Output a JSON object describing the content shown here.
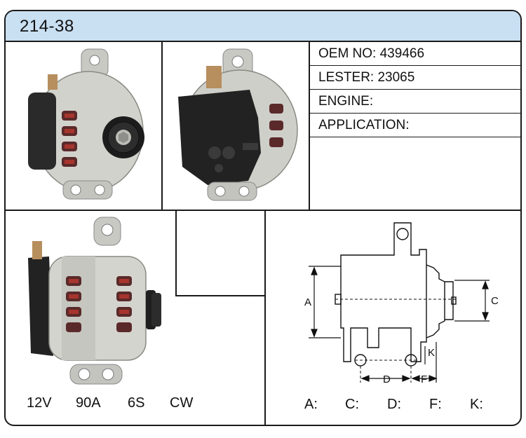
{
  "part_number": "214-38",
  "specs": {
    "oem": "OEM NO: 439466",
    "lester": "LESTER: 23065",
    "engine": "ENGINE:",
    "application": "APPLICATION:"
  },
  "electrical": {
    "voltage": "12V",
    "amperage": "90A",
    "pulley": "6S",
    "rotation": "CW"
  },
  "diagram_labels": {
    "a": "A",
    "c": "C",
    "d": "D",
    "f": "F",
    "k": "K"
  },
  "legend": {
    "a": "A:",
    "c": "C:",
    "d": "D:",
    "f": "F:",
    "k": "K:"
  }
}
